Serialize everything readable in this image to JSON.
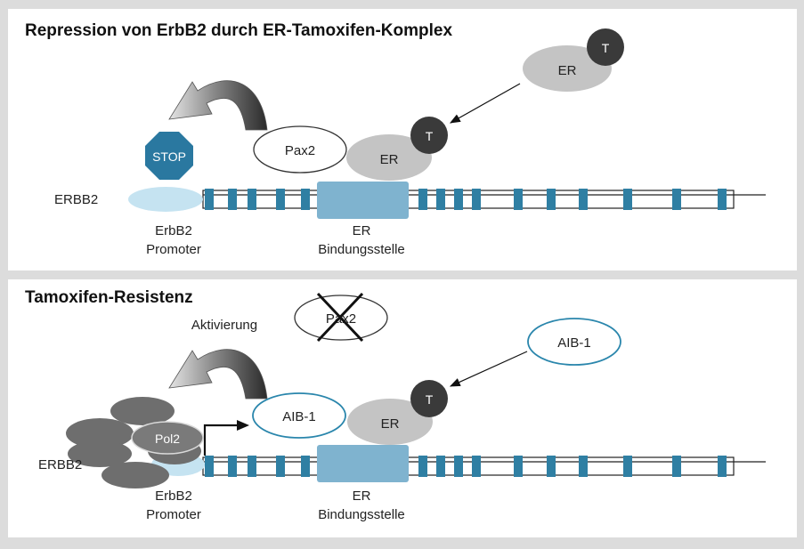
{
  "panels": [
    {
      "title": "Repression von ErbB2 durch ER-Tamoxifen-Komplex",
      "gene_label": "ERBB2",
      "promoter_label": [
        "ErbB2",
        "Promoter"
      ],
      "binding_label": [
        "ER",
        "Bindungsstelle"
      ],
      "stop_label": "STOP",
      "pax2_label": "Pax2",
      "er_label": "ER",
      "tamoxifen_label": "T",
      "free_er_label": "ER",
      "free_t_label": "T"
    },
    {
      "title": "Tamoxifen-Resistenz",
      "gene_label": "ERBB2",
      "promoter_label": [
        "ErbB2",
        "Promoter"
      ],
      "binding_label": [
        "ER",
        "Bindungsstelle"
      ],
      "activation_label": "Aktivierung",
      "crossed_pax2_label": "Pax2",
      "pol2_label": "Pol2",
      "aib1_bound_label": "AIB-1",
      "aib1_free_label": "AIB-1",
      "er_label": "ER",
      "tamoxifen_label": "T"
    }
  ],
  "colors": {
    "exon": "#2f7fa3",
    "binding_site": "#7fb3cf",
    "promoter": "#c5e3f1",
    "stop": "#2a78a0",
    "er": "#c4c4c4",
    "tamoxifen": "#3a3a3a",
    "aib1_outline": "#2a86ac",
    "pol2": "#6e6e6e",
    "panel_bg": "#ffffff"
  }
}
